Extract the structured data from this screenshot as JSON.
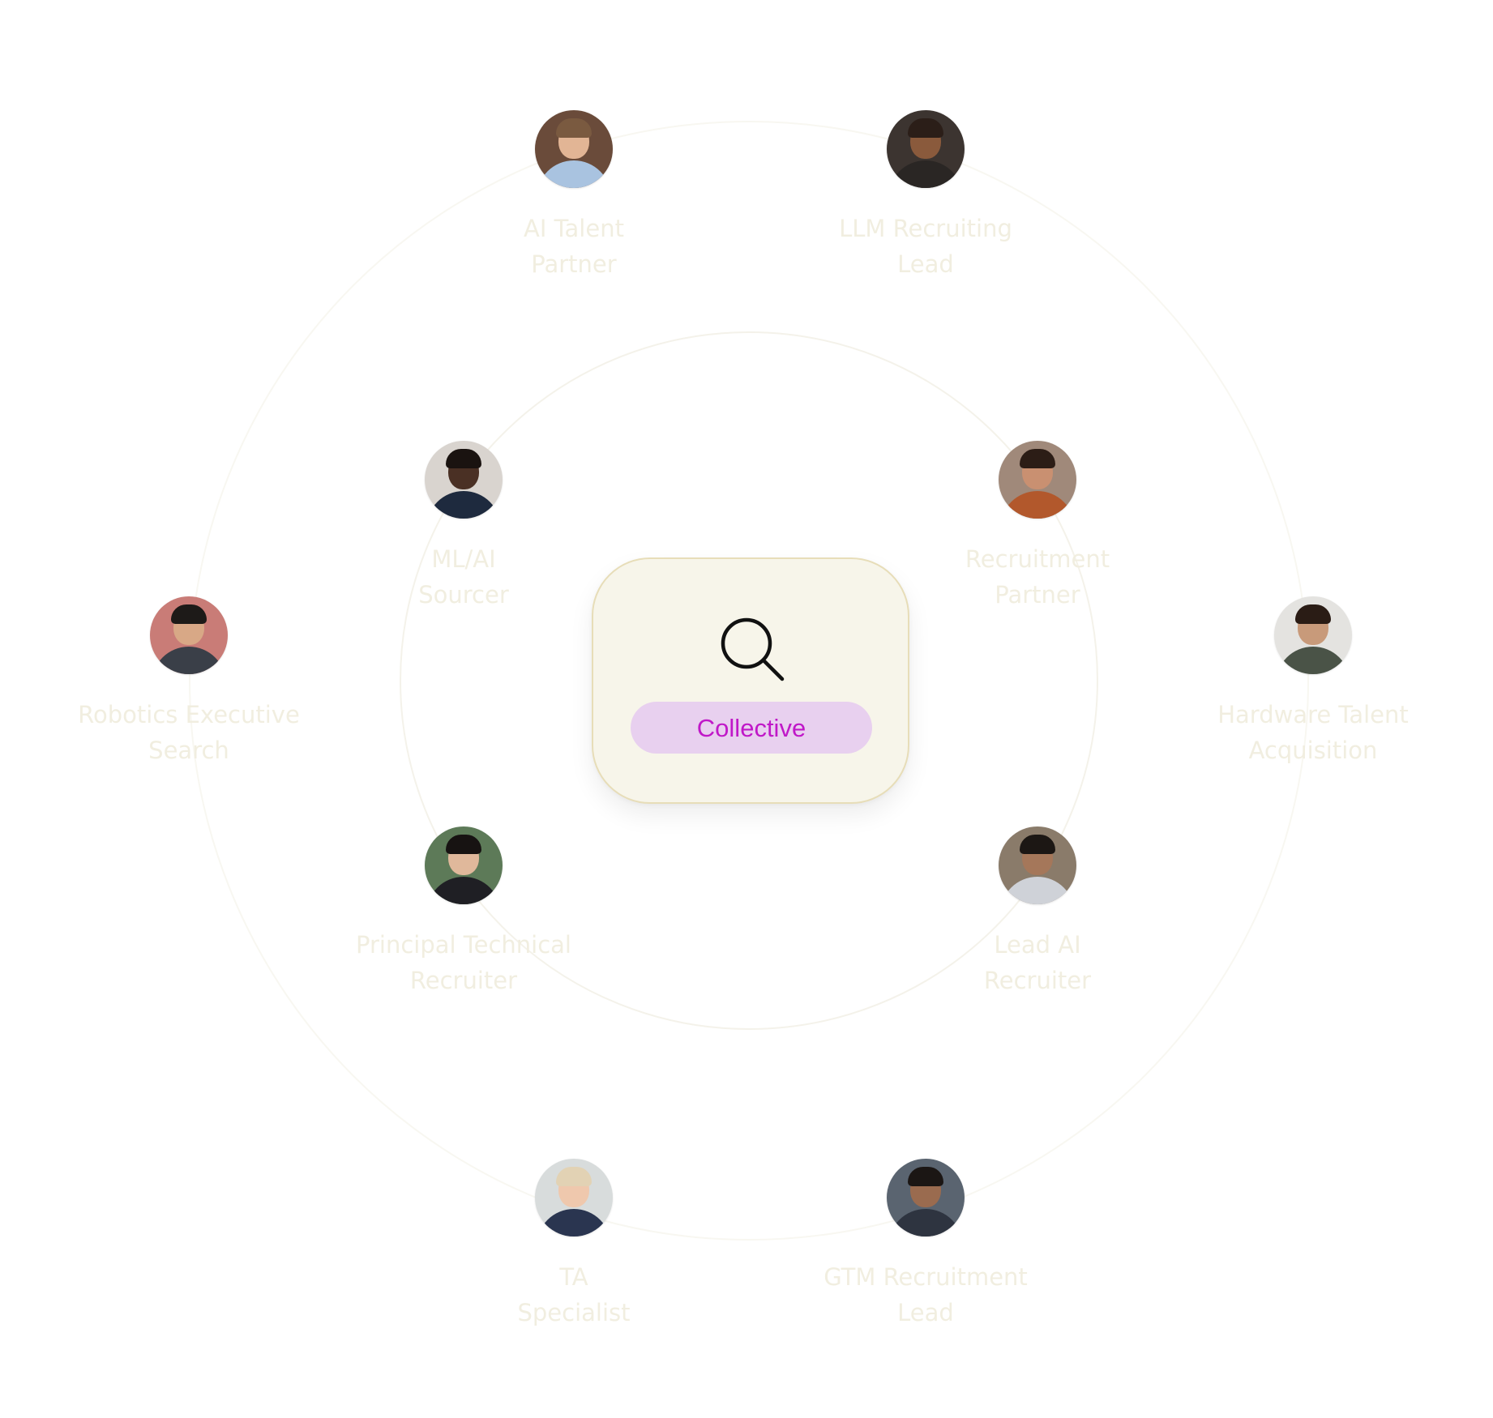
{
  "center": {
    "icon": "search-icon",
    "label": "Collective"
  },
  "colors": {
    "accent_text": "#c018c8",
    "accent_bg": "#e8d0ef",
    "card_bg": "#f7f5ea",
    "card_border": "#e7ddb8",
    "label_text": "#f1eee0"
  },
  "people": [
    {
      "line1": "AI Talent",
      "line2": "Partner",
      "icon": "avatar-portrait"
    },
    {
      "line1": "LLM Recruiting",
      "line2": "Lead",
      "icon": "avatar-portrait"
    },
    {
      "line1": "ML/AI",
      "line2": "Sourcer",
      "icon": "avatar-portrait"
    },
    {
      "line1": "Recruitment",
      "line2": "Partner",
      "icon": "avatar-portrait"
    },
    {
      "line1": "Robotics Executive",
      "line2": "Search",
      "icon": "avatar-portrait"
    },
    {
      "line1": "Hardware Talent",
      "line2": "Acquisition",
      "icon": "avatar-portrait"
    },
    {
      "line1": "Principal Technical",
      "line2": "Recruiter",
      "icon": "avatar-portrait"
    },
    {
      "line1": "Lead AI",
      "line2": "Recruiter",
      "icon": "avatar-portrait"
    },
    {
      "line1": "TA",
      "line2": "Specialist",
      "icon": "avatar-portrait"
    },
    {
      "line1": "GTM Recruitment",
      "line2": "Lead",
      "icon": "avatar-portrait"
    }
  ]
}
